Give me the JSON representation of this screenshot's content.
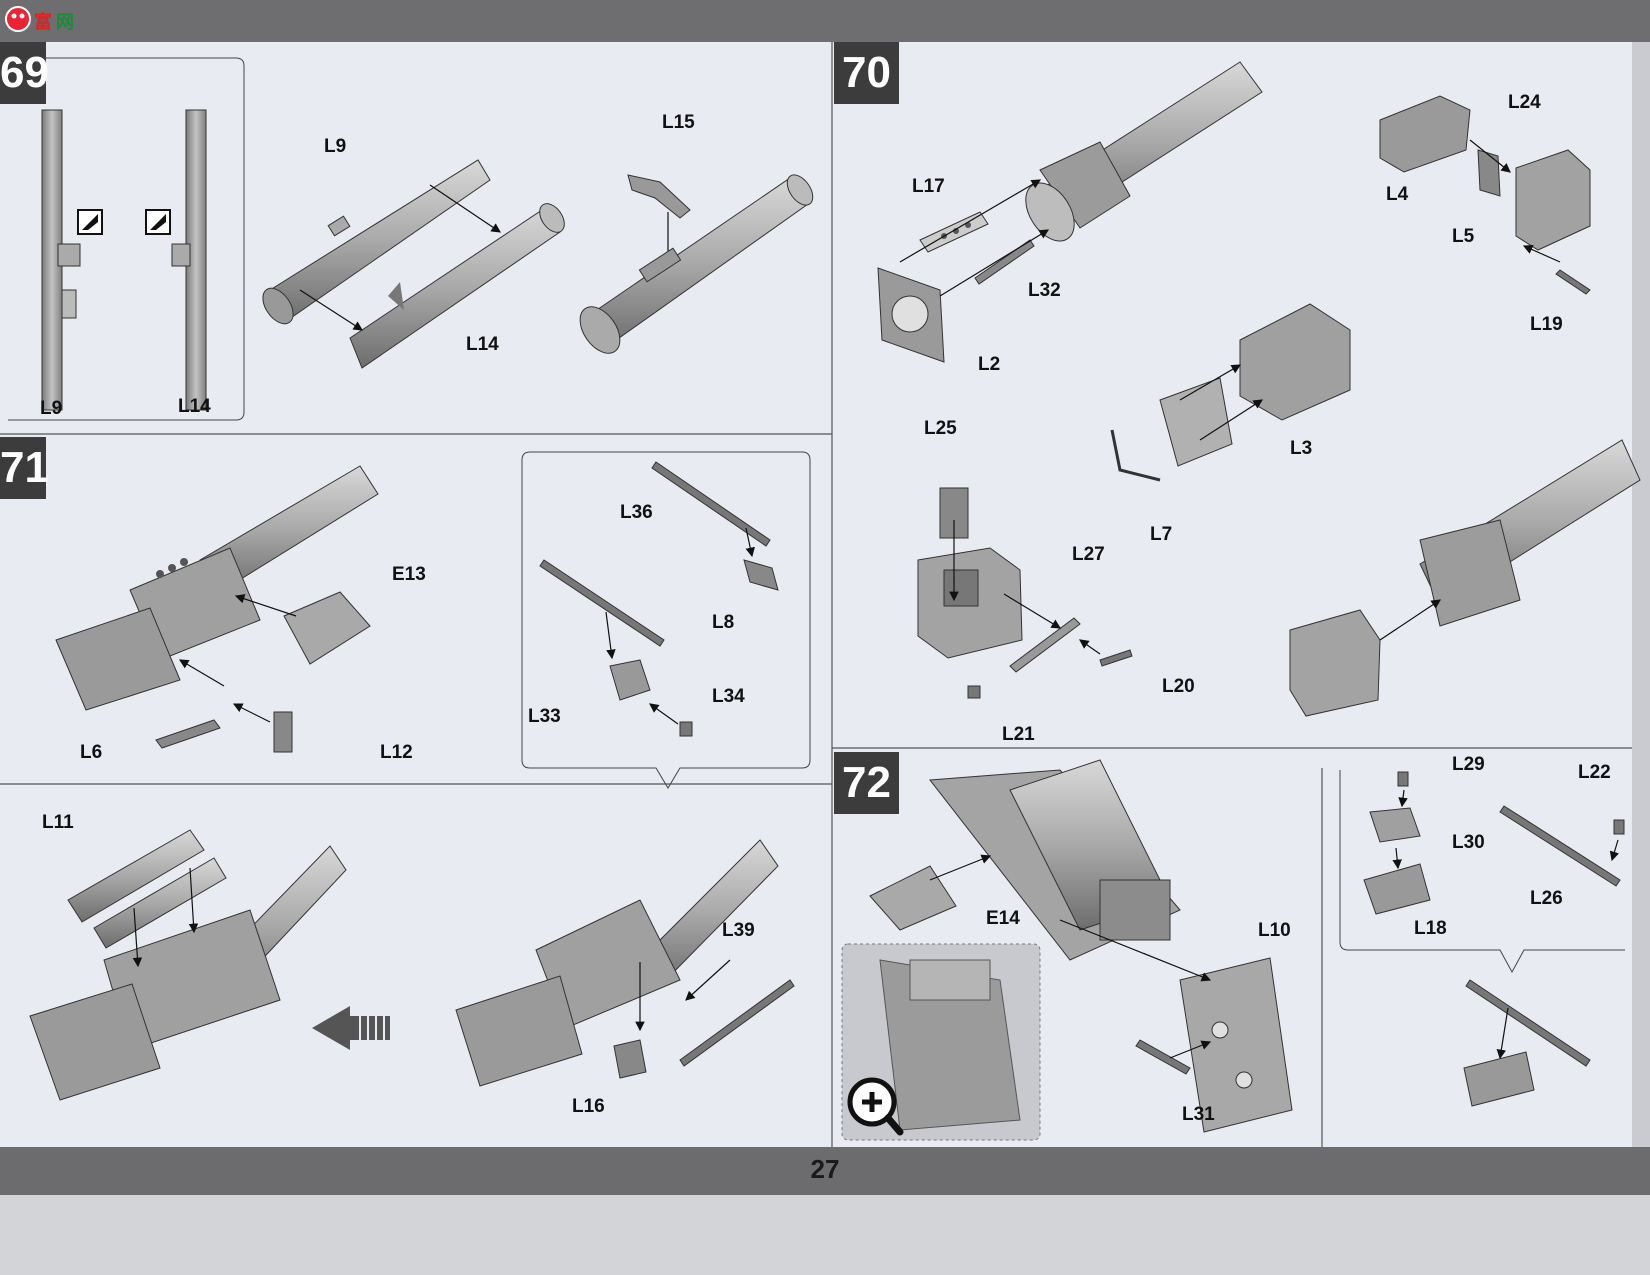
{
  "logo": {
    "text": "富",
    "suffix": "网"
  },
  "page_number": "27",
  "steps": [
    {
      "id": "69",
      "label": "69"
    },
    {
      "id": "70",
      "label": "70"
    },
    {
      "id": "71",
      "label": "71"
    },
    {
      "id": "72",
      "label": "72"
    }
  ],
  "parts": {
    "s69_detail_L9": "L9",
    "s69_detail_L14": "L14",
    "s69_L9": "L9",
    "s69_L14": "L14",
    "s69_L15": "L15",
    "s70_L17": "L17",
    "s70_L32": "L32",
    "s70_L2": "L2",
    "s70_L24": "L24",
    "s70_L4": "L4",
    "s70_L5": "L5",
    "s70_L19": "L19",
    "s70_L3": "L3",
    "s70_L7": "L7",
    "s70_L25": "L25",
    "s70_L27": "L27",
    "s70_L20": "L20",
    "s70_L21": "L21",
    "s71_E13": "E13",
    "s71_L6": "L6",
    "s71_L12": "L12",
    "s71_L36": "L36",
    "s71_L8": "L8",
    "s71_L33": "L33",
    "s71_L34": "L34",
    "s71_L11": "L11",
    "s71_L39": "L39",
    "s71_L16": "L16",
    "s72_E14": "E14",
    "s72_L10": "L10",
    "s72_L31": "L31",
    "s72_L29": "L29",
    "s72_L22": "L22",
    "s72_L30": "L30",
    "s72_L26": "L26",
    "s72_L18": "L18"
  },
  "icons": {
    "zoom": "zoom-in-magnifier-icon",
    "direction": "assembly-direction-arrow-icon",
    "glue": "cement-apply-icon"
  }
}
